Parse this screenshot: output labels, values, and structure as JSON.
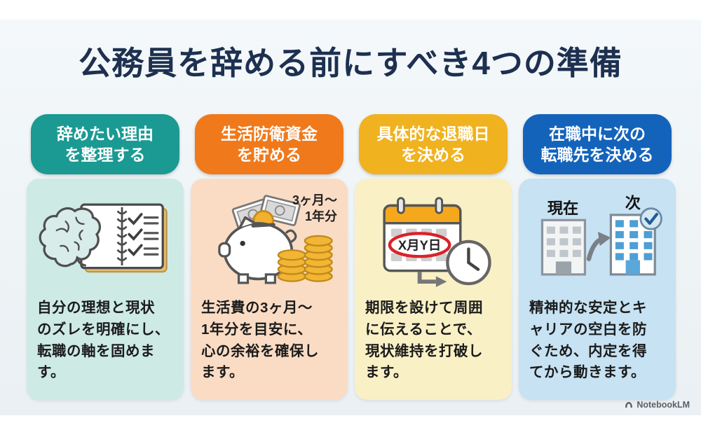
{
  "page": {
    "title": "公務員を辞める前にすべき4つの準備"
  },
  "colors": {
    "title": "#1d3050",
    "background_band": "#edf2f5",
    "card1_accent": "#1a9a92",
    "card1_panel": "#cdeae5",
    "card2_accent": "#f0791b",
    "card2_panel": "#fadcc4",
    "card3_accent": "#f0b21e",
    "card3_panel": "#f9f0c6",
    "card4_accent": "#1463bb",
    "card4_panel": "#c6e2f3"
  },
  "cards": [
    {
      "header": "辞めたい理由\nを整理する",
      "body": "自分の理想と現状\nのズレを明確にし、\n転職の軸を固めま\nす。",
      "icon": "brain-and-checklist-notebook"
    },
    {
      "header": "生活防衛資金\nを貯める",
      "body": "生活費の3ヶ月〜\n1年分を目安に、\n心の余裕を確保し\nます。",
      "icon": "piggy-bank-with-coins",
      "icon_label": "3ヶ月〜\n1年分"
    },
    {
      "header": "具体的な退職日\nを決める",
      "body": "期限を設けて周囲\nに伝えることで、\n現状維持を打破し\nます。",
      "icon": "calendar-with-clock",
      "icon_label": "X月Y日"
    },
    {
      "header": "在職中に次の\n転職先を決める",
      "body": "精神的な安定とキ\nャリアの空白を防\nぐため、内定を得\nてから動きます。",
      "icon": "two-buildings-transition",
      "labels": {
        "current": "現在",
        "next": "次"
      }
    }
  ],
  "footer": {
    "brand": "NotebookLM"
  }
}
